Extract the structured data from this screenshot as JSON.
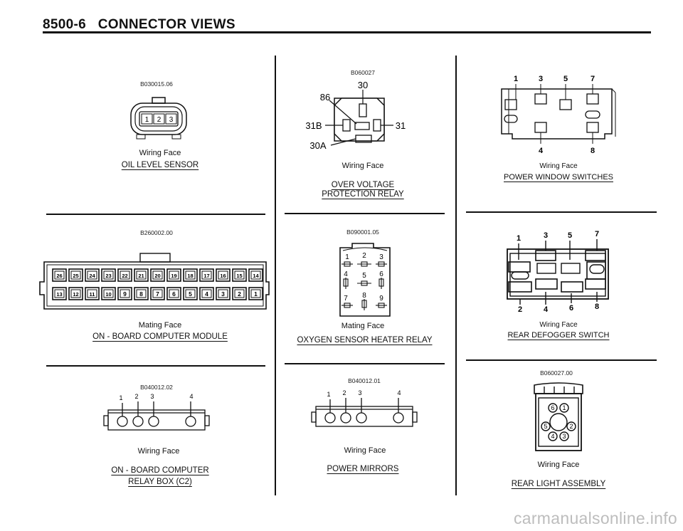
{
  "header": {
    "section": "8500-6",
    "title": "CONNECTOR VIEWS"
  },
  "connectors": [
    {
      "code": "B030015.06",
      "face": "Wiring Face",
      "title": "OIL LEVEL SENSOR",
      "pins": [
        "1",
        "2",
        "3"
      ]
    },
    {
      "code": "B060027",
      "face": "Wiring Face",
      "title_lines": [
        "OVER VOLTAGE",
        "PROTECTION RELAY"
      ],
      "pins": [
        "30",
        "86",
        "31B",
        "31",
        "30A"
      ]
    },
    {
      "code": "",
      "face": "Wiring Face",
      "title": "POWER WINDOW SWITCHES",
      "pins": [
        "1",
        "3",
        "5",
        "7",
        "4",
        "8"
      ]
    },
    {
      "code": "B260002.00",
      "face": "Mating Face",
      "title": "ON - BOARD COMPUTER MODULE",
      "pins_top": [
        "26",
        "25",
        "24",
        "23",
        "22",
        "21",
        "20",
        "19",
        "18",
        "17",
        "16",
        "15",
        "14"
      ],
      "pins_bottom": [
        "13",
        "12",
        "11",
        "10",
        "9",
        "8",
        "7",
        "6",
        "5",
        "4",
        "3",
        "2",
        "1"
      ]
    },
    {
      "code": "B090001.05",
      "face": "Mating Face",
      "title": "OXYGEN SENSOR HEATER RELAY",
      "pins": [
        "1",
        "2",
        "3",
        "4",
        "5",
        "6",
        "7",
        "8",
        "9"
      ]
    },
    {
      "code": "",
      "face": "Wiring Face",
      "title": "REAR DEFOGGER SWITCH",
      "pins": [
        "1",
        "3",
        "5",
        "7",
        "2",
        "4",
        "6",
        "8"
      ]
    },
    {
      "code": "B040012.02",
      "face": "Wiring Face",
      "title_lines": [
        "ON - BOARD COMPUTER",
        "RELAY BOX (C2)"
      ],
      "pins": [
        "1",
        "2",
        "3",
        "4"
      ]
    },
    {
      "code": "B040012.01",
      "face": "Wiring Face",
      "title": "POWER MIRRORS",
      "pins": [
        "1",
        "2",
        "3",
        "4"
      ]
    },
    {
      "code": "B060027.00",
      "face": "Wiring Face",
      "title": "REAR LIGHT ASSEMBLY",
      "pins": [
        "6",
        "1",
        "5",
        "2",
        "4",
        "3"
      ]
    }
  ],
  "watermark": "carmanualsonline.info"
}
